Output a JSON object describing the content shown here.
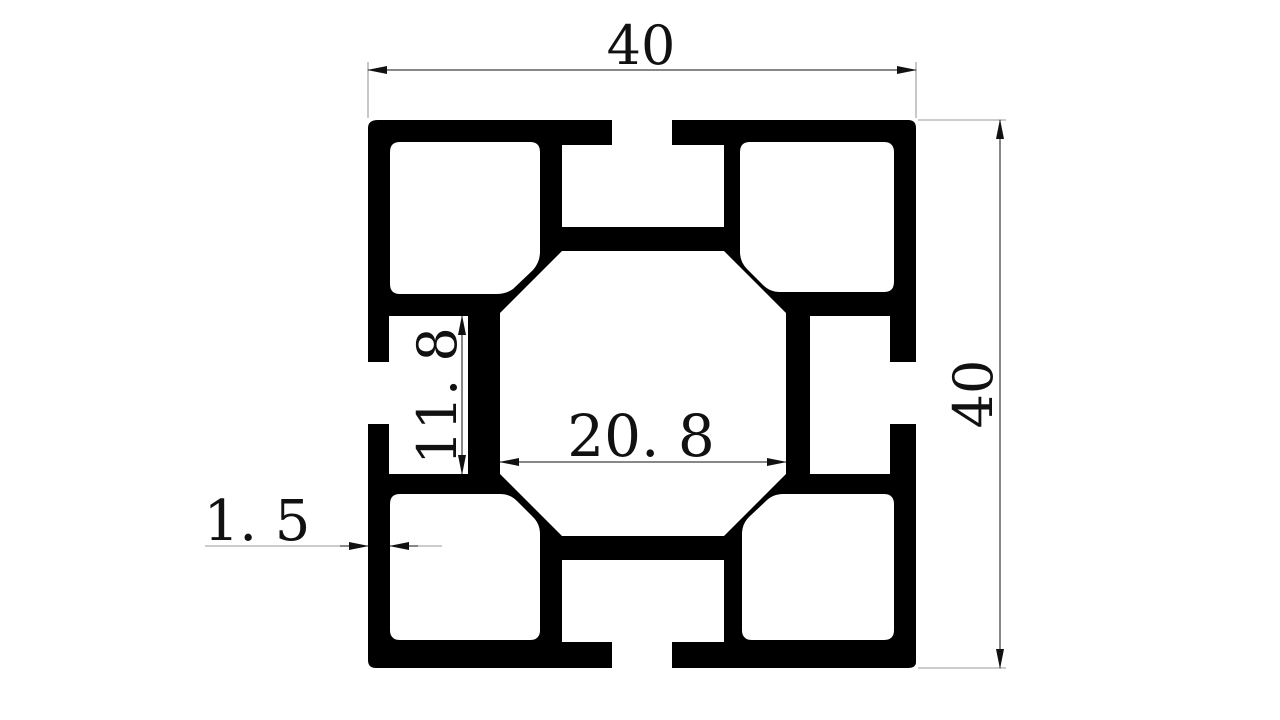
{
  "drawing": {
    "subject": "40x40 aluminum extrusion profile cross-section",
    "colors": {
      "profile": "#000000",
      "background": "#ffffff",
      "dimension": "#111111"
    },
    "dimensions": {
      "width": "40",
      "height": "40",
      "center_width": "20. 8",
      "slot_depth": "11. 8",
      "wall_thickness": "1. 5"
    }
  }
}
